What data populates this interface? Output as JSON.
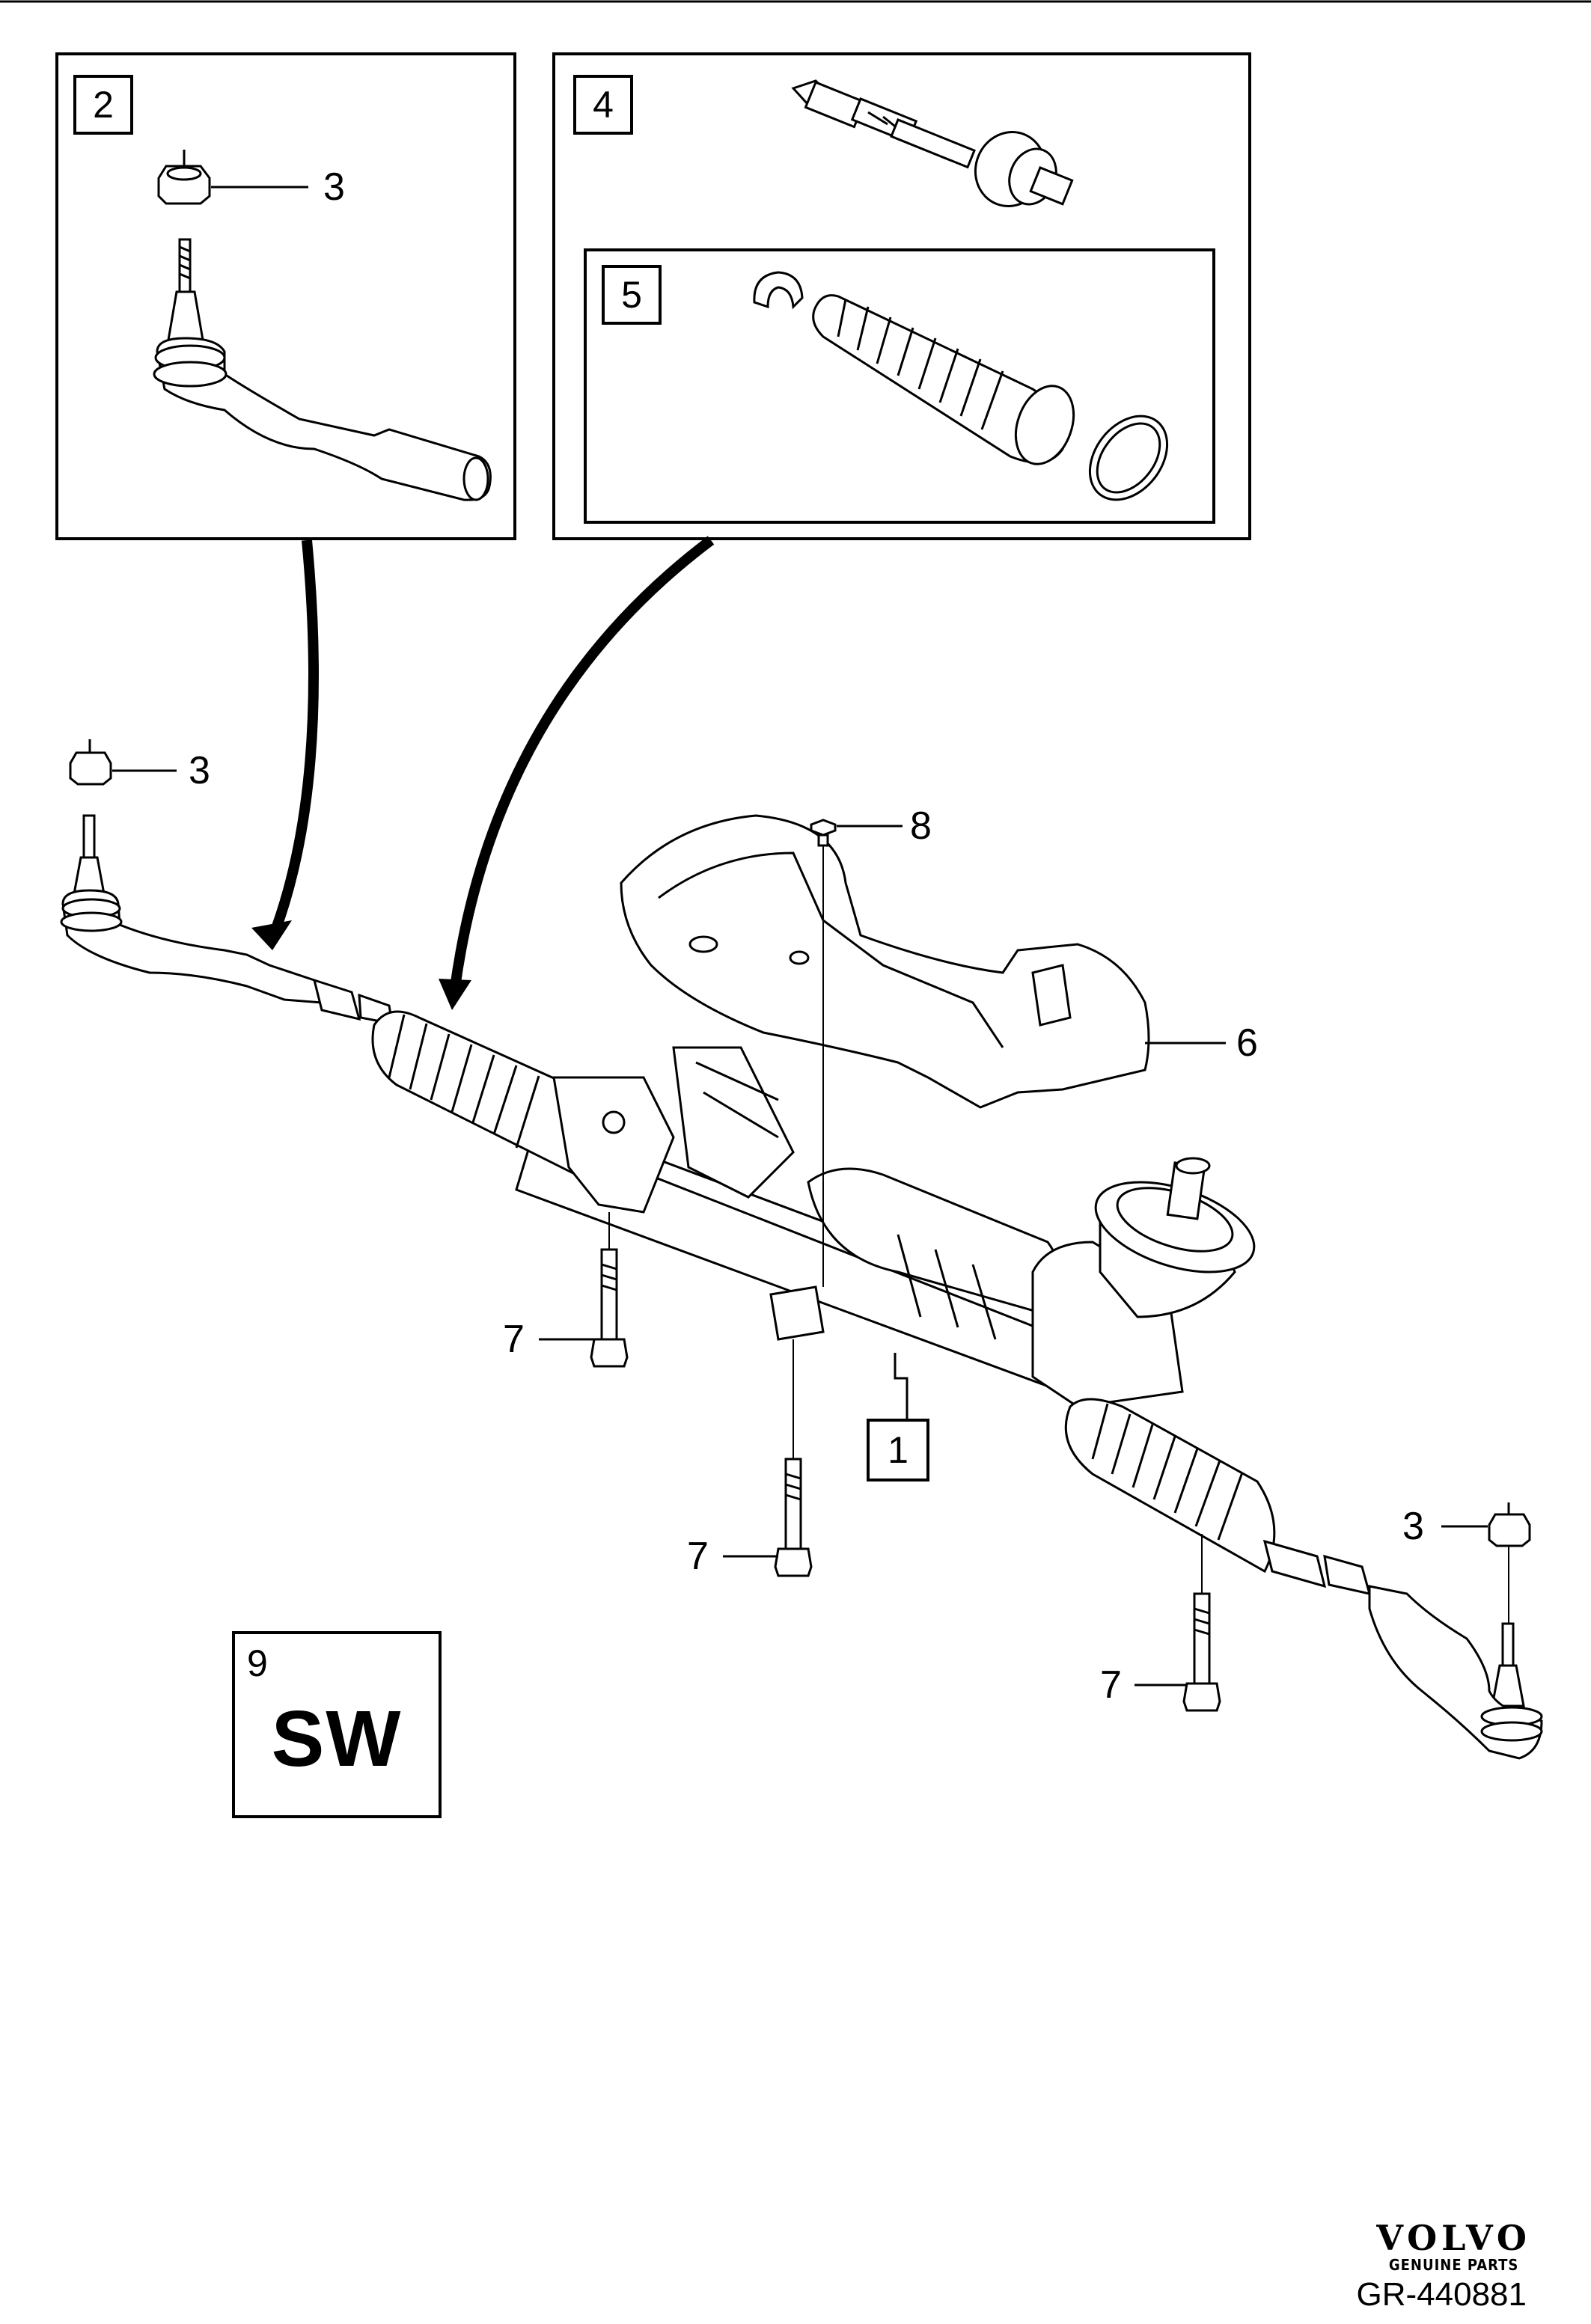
{
  "diagram": {
    "inset_boxes": [
      {
        "number": "2"
      },
      {
        "number": "4"
      },
      {
        "number": "5"
      }
    ],
    "callouts": {
      "tie_rod_end_nut_inset": "3",
      "tie_rod_end_nut_left": "3",
      "tie_rod_end_nut_right": "3",
      "heat_shield_screw": "8",
      "heat_shield": "6",
      "mount_bolt_left": "7",
      "mount_bolt_center": "7",
      "mount_bolt_right": "7",
      "steering_gear": "1"
    },
    "software_box": {
      "number": "9",
      "label": "SW"
    }
  },
  "branding": {
    "logo_text": "VOLVO",
    "logo_subtext": "GENUINE PARTS",
    "reference": "GR-440881"
  }
}
